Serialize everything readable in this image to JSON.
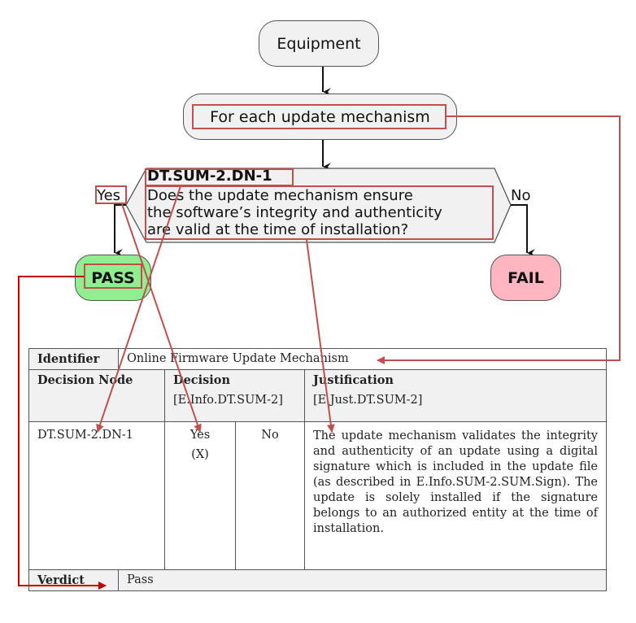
{
  "flowchart": {
    "start_node": "Equipment",
    "loop_node": "For each update mechanism",
    "decision": {
      "id": "DT.SUM-2.DN-1",
      "question_lines": [
        "Does the update mechanism ensure",
        "the software’s integrity and authenticity",
        "are valid at the time of installation?"
      ],
      "yes_label": "Yes",
      "no_label": "No"
    },
    "pass_node": "PASS",
    "fail_node": "FAIL",
    "colors": {
      "node_fill": "#f1f1f1",
      "pass_fill": "#90ee90",
      "fail_fill": "#ffb6c1",
      "highlight": "#c0504d",
      "verdict_link": "#c00000"
    }
  },
  "table": {
    "identifier_label": "Identifier",
    "identifier_value": "Online Firmware Update Mechanism",
    "headers": {
      "decision_node": "Decision Node",
      "decision": "Decision",
      "decision_ref": "[E.Info.DT.SUM-2]",
      "justification": "Justification",
      "justification_ref": "[E.Just.DT.SUM-2]"
    },
    "row": {
      "decision_node": "DT.SUM-2.DN-1",
      "yes": "Yes",
      "yes_mark": "(X)",
      "no": "No",
      "justification": "The update mechanism validates the integrity and authenticity of an update using a digital signature which is included in the update file (as described in E.Info.SUM-2.SUM.Sign). The update is solely installed if the signature belongs to an authorized entity at the time of installation."
    },
    "verdict_label": "Verdict",
    "verdict_value": "Pass"
  }
}
